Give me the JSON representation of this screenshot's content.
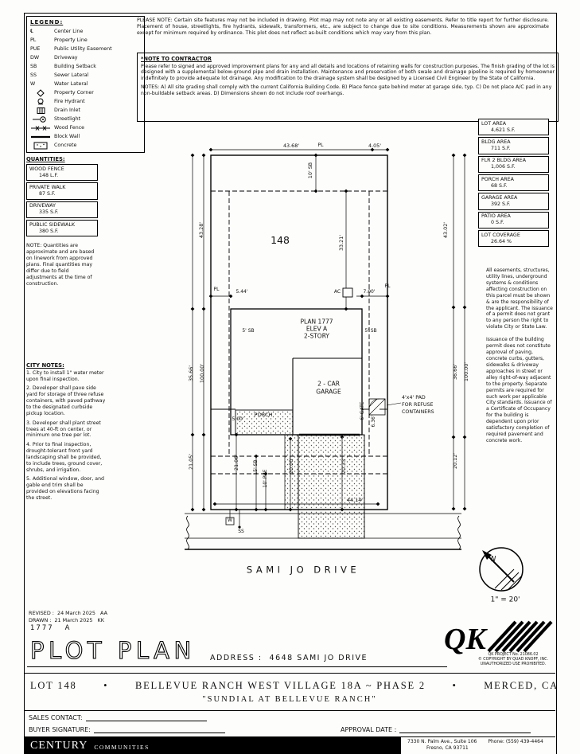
{
  "legend": {
    "title": "LEGEND:",
    "items": [
      {
        "sym": "℄",
        "label": "Center Line"
      },
      {
        "sym": "PL",
        "label": "Property Line"
      },
      {
        "sym": "PUE",
        "label": "Public Utility Easement"
      },
      {
        "sym": "DW",
        "label": "Driveway"
      },
      {
        "sym": "SB",
        "label": "Building Setback"
      },
      {
        "sym": "SS",
        "label": "Sewer Lateral"
      },
      {
        "sym": "W",
        "label": "Water Lateral"
      },
      {
        "label": "Property Corner"
      },
      {
        "label": "Fire Hydrant"
      },
      {
        "label": "Drain Inlet"
      },
      {
        "label": "Streetlight"
      },
      {
        "label": "Wood Fence"
      },
      {
        "label": "Block Wall"
      },
      {
        "label": "Concrete"
      }
    ]
  },
  "please_note": "PLEASE NOTE:  Certain site features may not be included in drawing. Plot map may not note any or all existing easements. Refer to title report for further disclosure. Placement of house, streetlights, fire hydrants, sidewalk, transformers, etc., are subject to change due to site conditions. Measurements shown are approximate except for minimum required by ordinance. This plot does not reflect as-built conditions which may vary from this plan.",
  "contractor_note": {
    "title": "*NOTE TO CONTRACTOR",
    "body": "Please refer to signed and approved improvement plans for any and all details and locations of retaining walls for construction purposes. The finish grading of the lot is designed with a supplemental below-ground pipe and drain installation. Maintenance and preservation of both swale and drainage pipeline is required by homeowner indefinitely to provide adequate lot drainage. Any modification to the drainage system shall be designed by a Licensed Civil Engineer by the State of California.",
    "notes": "NOTES:   A) All site grading shall comply with the current California Building Code.   B) Place fence gate behind meter at garage side, typ.  C) Do not place A/C pad in any non-buildable setback areas.   D) Dimensions shown do not include roof overhangs."
  },
  "areas": {
    "rows": [
      {
        "label": "LOT AREA",
        "value": "4,621 S.F."
      },
      {
        "label": "BLDG AREA",
        "value": "711 S.F."
      },
      {
        "label": "FLR 2 BLDG AREA",
        "value": "1,006 S.F."
      },
      {
        "label": "PORCH AREA",
        "value": "68 S.F."
      },
      {
        "label": "GARAGE AREA",
        "value": "392 S.F."
      },
      {
        "label": "PATIO AREA",
        "value": "0 S.F."
      },
      {
        "label": "LOT COVERAGE",
        "value": "26.64 %"
      }
    ]
  },
  "quantities": {
    "title": "QUANTITIES:",
    "rows": [
      {
        "label": "WOOD FENCE",
        "value": "148 L.F."
      },
      {
        "label": "PRIVATE WALK",
        "value": "87 S.F."
      },
      {
        "label": "DRIVEWAY",
        "value": "335 S.F."
      },
      {
        "label": "PUBLIC SIDEWALK",
        "value": "380 S.F."
      }
    ],
    "note": "NOTE: Quantities are approximate and are based on linework from approved plans. Final quantities may differ due to field adjustments at the time of construction."
  },
  "city_notes": {
    "title": "CITY NOTES:",
    "items": [
      "1. City to install 1\" water meter upon final inspection.",
      "2. Developer shall pave side yard for storage of three refuse containers, with paved pathway to the designated curbside pickup location.",
      "3. Developer shall plant street trees at 40-ft on center, or minimum one tree per lot.",
      "4. Prior to final inspection, drought-tolerant front yard landscaping shall be provided, to include trees, ground cover, shrubs, and irrigation.",
      "5. Additional window, door, and gable end trim shall be provided on elevations facing the street."
    ]
  },
  "side_notes": {
    "para1": "All easements, structures, utility lines, underground systems & conditions affecting construction on this parcel must be shown & are the responsibility of the applicant. The issuance of a permit does not grant to any person the right to violate City or State Law.",
    "para2": "Issuance of the building permit does not constitute approval of paving, concrete curbs, gutters, sidewalks & driveway approaches in street or alley right-of-way adjacent to the property. Separate permits are required for such work per applicable City standards. Issuance of a Certificate of Occupancy for the building is dependent upon prior satisfactory completion of required pavement and concrete work."
  },
  "drawing": {
    "labels": {
      "d4368": "43.68'",
      "pl": "PL",
      "d405": "4.05'",
      "sb10": "10' SB",
      "lot": "148",
      "d4328": "43.28'",
      "d3321": "33.21'",
      "d4302": "43.02'",
      "d544": "5.44'",
      "ac": "AC",
      "d700": "7.00'",
      "sb5": "5' SB",
      "plan1": "PLAN 1777",
      "plan2": "ELEV A",
      "plan3": "2-STORY",
      "d3566": "35.66'",
      "d100": "100.00'",
      "d3666": "36.66'",
      "garage1": "2 - CAR",
      "garage2": "GARAGE",
      "refuse1": "4'x4' PAD",
      "refuse2": "FOR REFUSE",
      "refuse3": "CONTAINERS",
      "porch": "PORCH",
      "d500": "5.00'",
      "gate": "6' GATE",
      "d636": "6.36'",
      "d2105": "21.05'",
      "d2106": "21.06'",
      "sb15": "15' SB",
      "pue10": "10' PUE",
      "d2000": "20.00'",
      "d2033": "20.33'",
      "d2012": "20.12'",
      "d4414": "44.14'",
      "w": "W",
      "ss": "SS"
    },
    "street": "SAMI JO DRIVE",
    "compass_n": "N",
    "scale": "1\" = 20'"
  },
  "title_block": {
    "revised": "REVISED :  24 March 2025   AA",
    "drawn": "DRAWN :  21 March 2025   KK",
    "plan_number": "1777",
    "plan_rev": "A",
    "title": "PLOT PLAN",
    "address": "ADDRESS :  4648 SAMI JO DRIVE",
    "qk_letters": "QK",
    "qk_project": "QK PROJECT No. 21086.02",
    "qk_copyright": "© COPYRIGHT BY QUAD KNOPF, INC.",
    "qk_unauthorized": "UNAUTHORIZED USE PROHIBITED."
  },
  "footer": {
    "lot": "LOT 148",
    "bullet": "•",
    "community": "BELLEVUE RANCH WEST VILLAGE 18A ~ PHASE 2",
    "city": "MERCED, CA",
    "subdivision": "\"SUNDIAL AT BELLEVUE RANCH\"",
    "sales_contact": "SALES CONTACT:",
    "buyer_signature": "BUYER SIGNATURE:",
    "approval_date": "APPROVAL DATE :",
    "brand": "CENTURY",
    "brand2": "COMMUNITIES",
    "address_line1": "7330 N. Palm Ave., Suite 106",
    "phone": "Phone:  (559) 439-4464",
    "address_line2": "Fresno, CA  93711"
  }
}
